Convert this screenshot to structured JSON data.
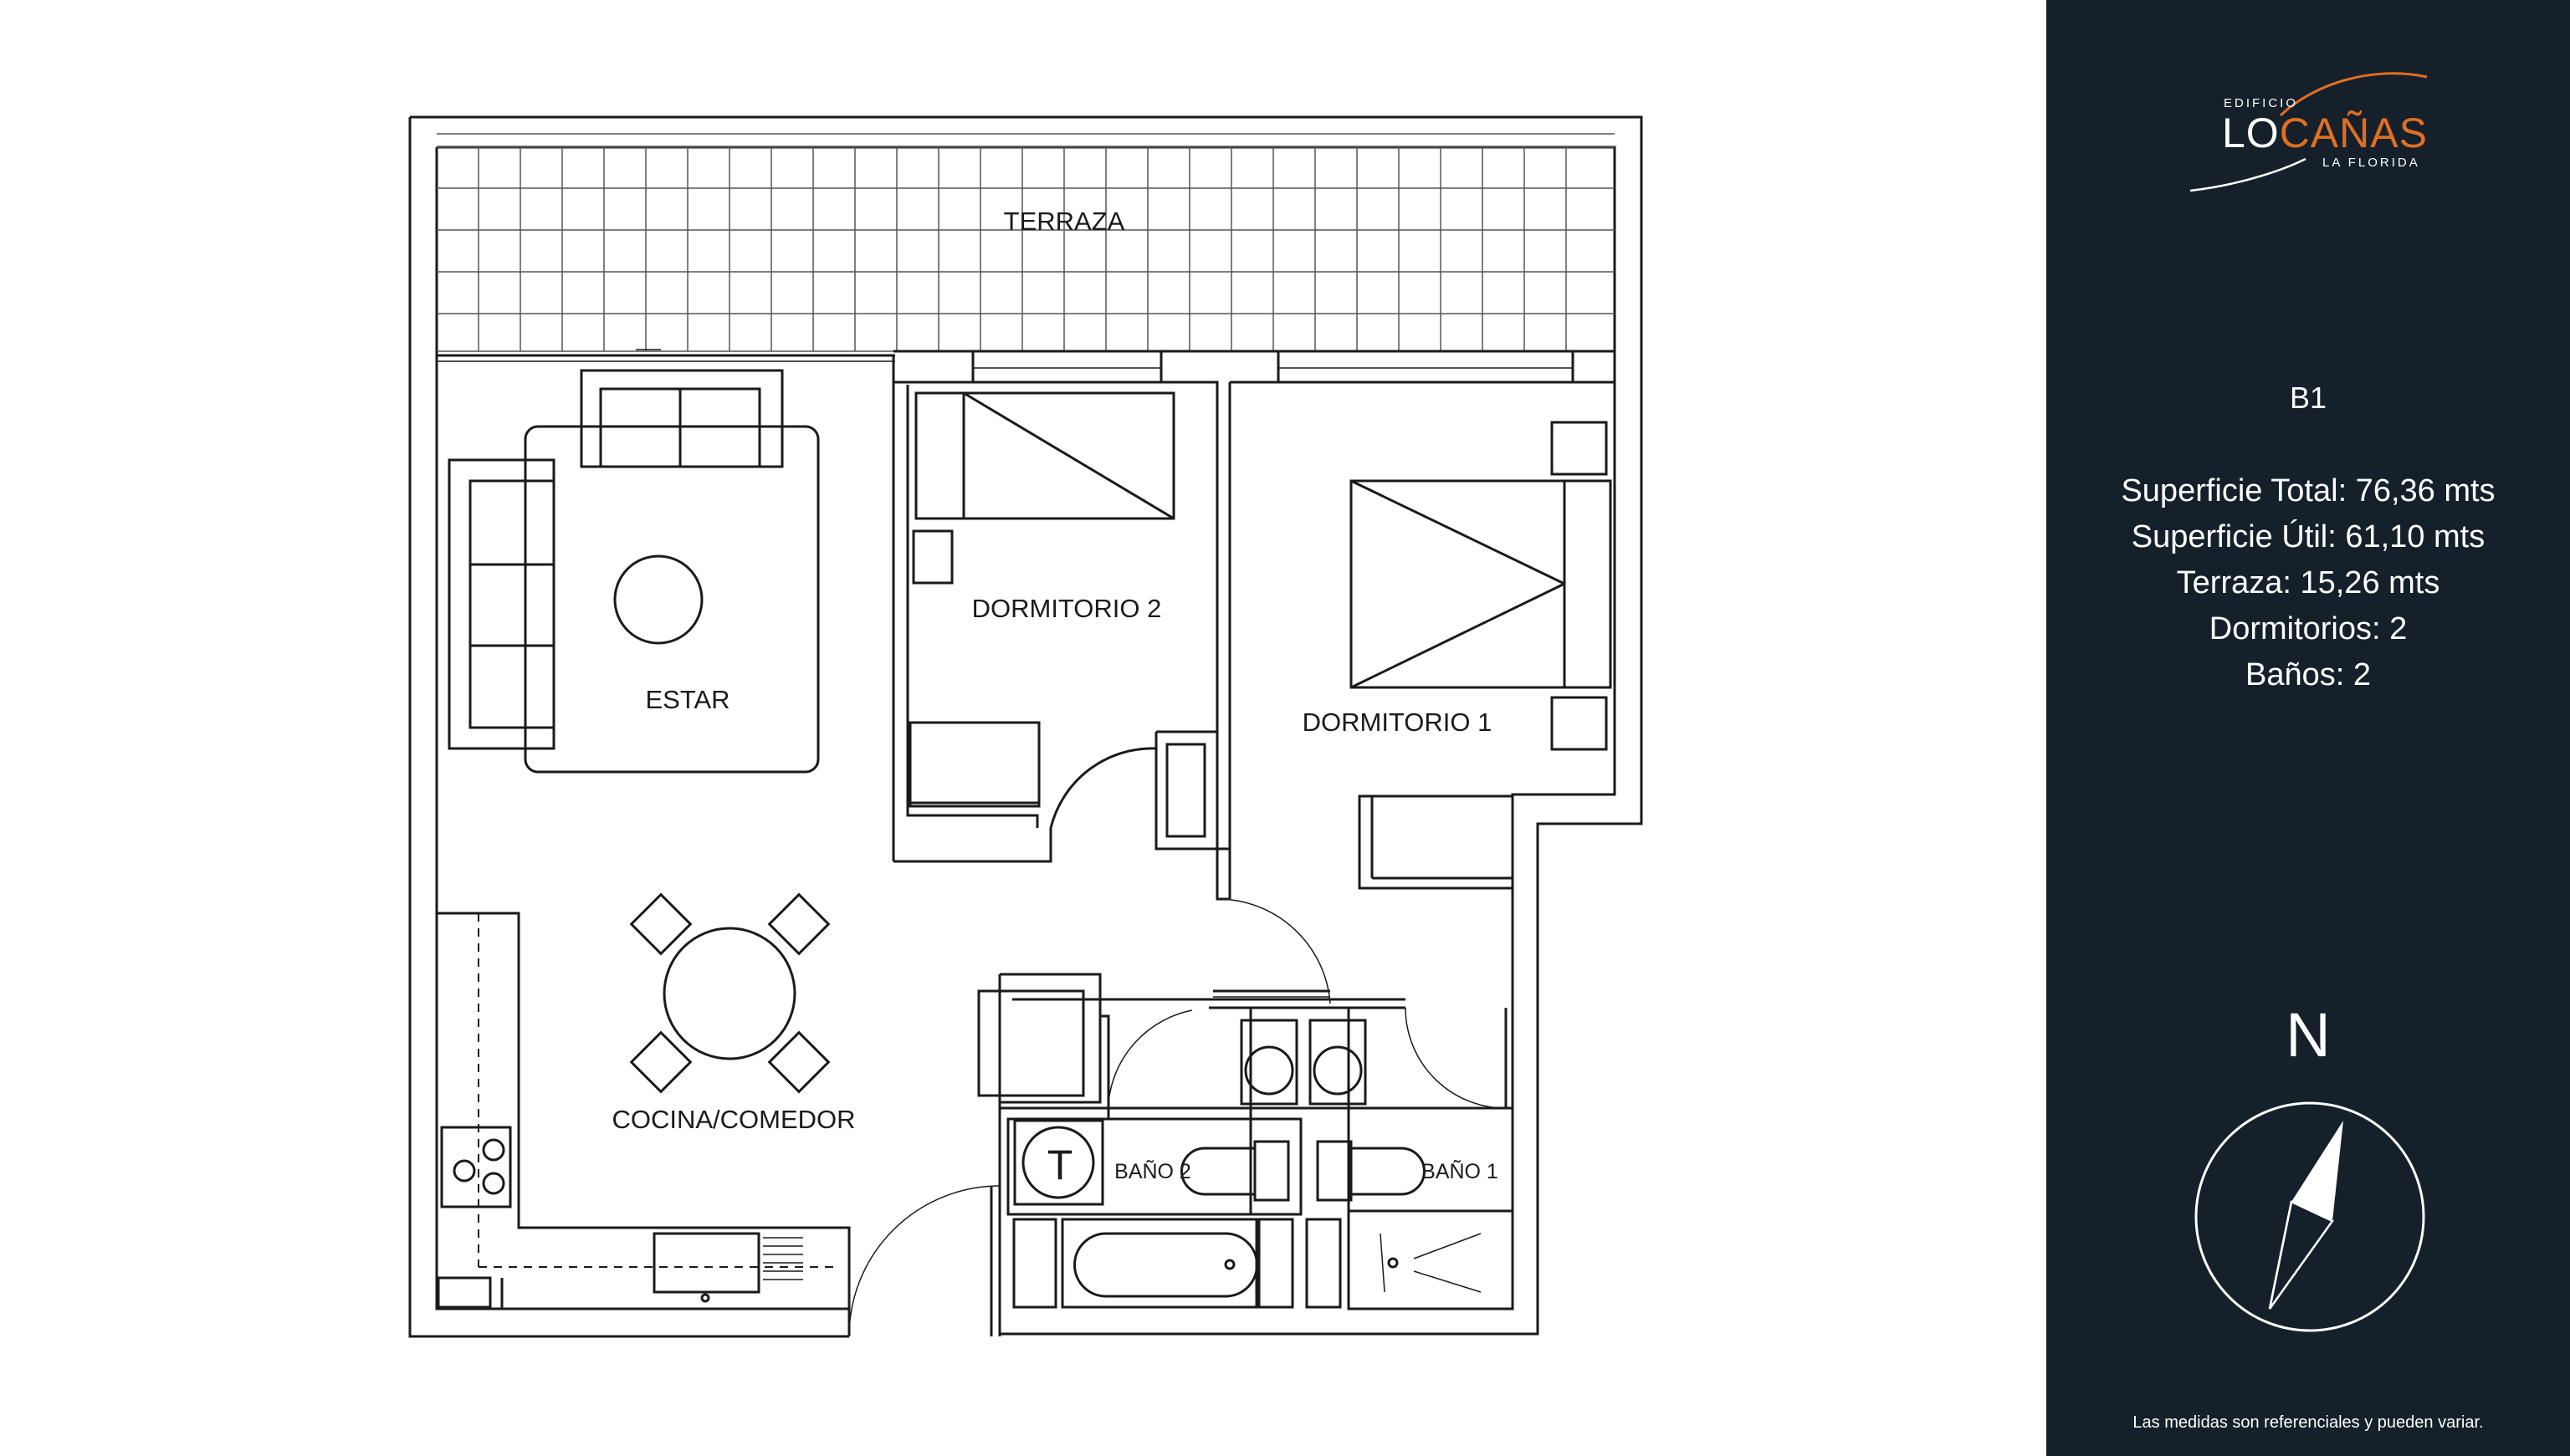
{
  "plan": {
    "rooms": {
      "terraza": "TERRAZA",
      "estar": "ESTAR",
      "dormitorio2": "DORMITORIO 2",
      "dormitorio1": "DORMITORIO 1",
      "cocina_comedor": "COCINA/COMEDOR",
      "bano2": "BAÑO 2",
      "bano1": "BAÑO 1"
    },
    "water_heater_mark": "T"
  },
  "brand": {
    "edificio": "EDIFICIO",
    "lo": "LO",
    "canas": "CAÑAS",
    "location": "LA FLORIDA",
    "accent_color": "#e06f22"
  },
  "unit": {
    "code": "B1",
    "specs": [
      "Superficie Total: 76,36 mts",
      "Superficie Útil:  61,10 mts",
      "Terraza:  15,26 mts",
      "Dormitorios: 2",
      "Baños: 2"
    ]
  },
  "compass": {
    "label": "N",
    "icon": "compass-needle-icon"
  },
  "disclaimer": "Las medidas son referenciales y pueden variar.",
  "colors": {
    "panel_bg": "#15202b",
    "wall": "#1a1a1a"
  }
}
